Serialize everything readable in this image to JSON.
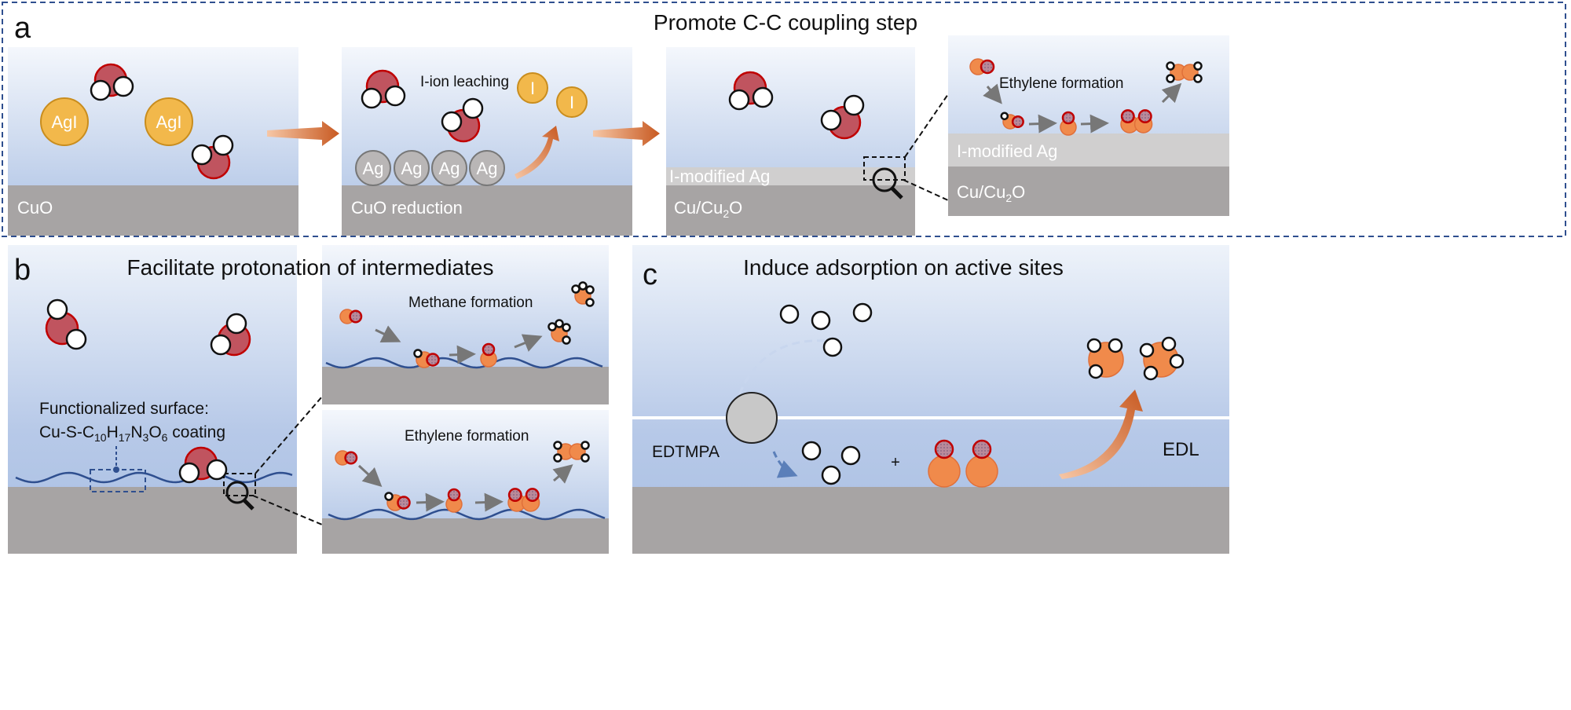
{
  "panel_a": {
    "letter": "a",
    "title": "Promote C-C coupling step",
    "step1": {
      "surface": "CuO",
      "particle": "AgI"
    },
    "step2": {
      "label_leaching": "I-ion leaching",
      "ion": "I",
      "particle": "Ag",
      "surface": "CuO reduction"
    },
    "step3": {
      "layer": "I-modified Ag",
      "surface_base": "Cu/Cu",
      "surface_sub": "2",
      "surface_end": "O"
    },
    "zoom": {
      "label": "Ethylene formation",
      "layer": "I-modified Ag",
      "surface_base": "Cu/Cu",
      "surface_sub": "2",
      "surface_end": "O"
    }
  },
  "panel_b": {
    "letter": "b",
    "title": "Facilitate protonation of intermediates",
    "surface_label_1": "Functionalized surface:",
    "coating": {
      "p1": "Cu-S-C",
      "s1": "10",
      "p2": "H",
      "s2": "17",
      "p3": "N",
      "s3": "3",
      "p4": "O",
      "s4": "6",
      "p5": " coating"
    },
    "inset_top": "Methane formation",
    "inset_bottom": "Ethylene formation"
  },
  "panel_c": {
    "letter": "c",
    "title": "Induce adsorption on active sites",
    "molecule": "EDTMPA",
    "plus": "+",
    "layer": "EDL"
  },
  "colors": {
    "water_o": "#c0545f",
    "o_stroke": "#c00000",
    "carbon": "#f08a4b",
    "agi": "#f2b84b",
    "surface": "#a7a4a4",
    "dash_border": "#2f4f8f"
  }
}
